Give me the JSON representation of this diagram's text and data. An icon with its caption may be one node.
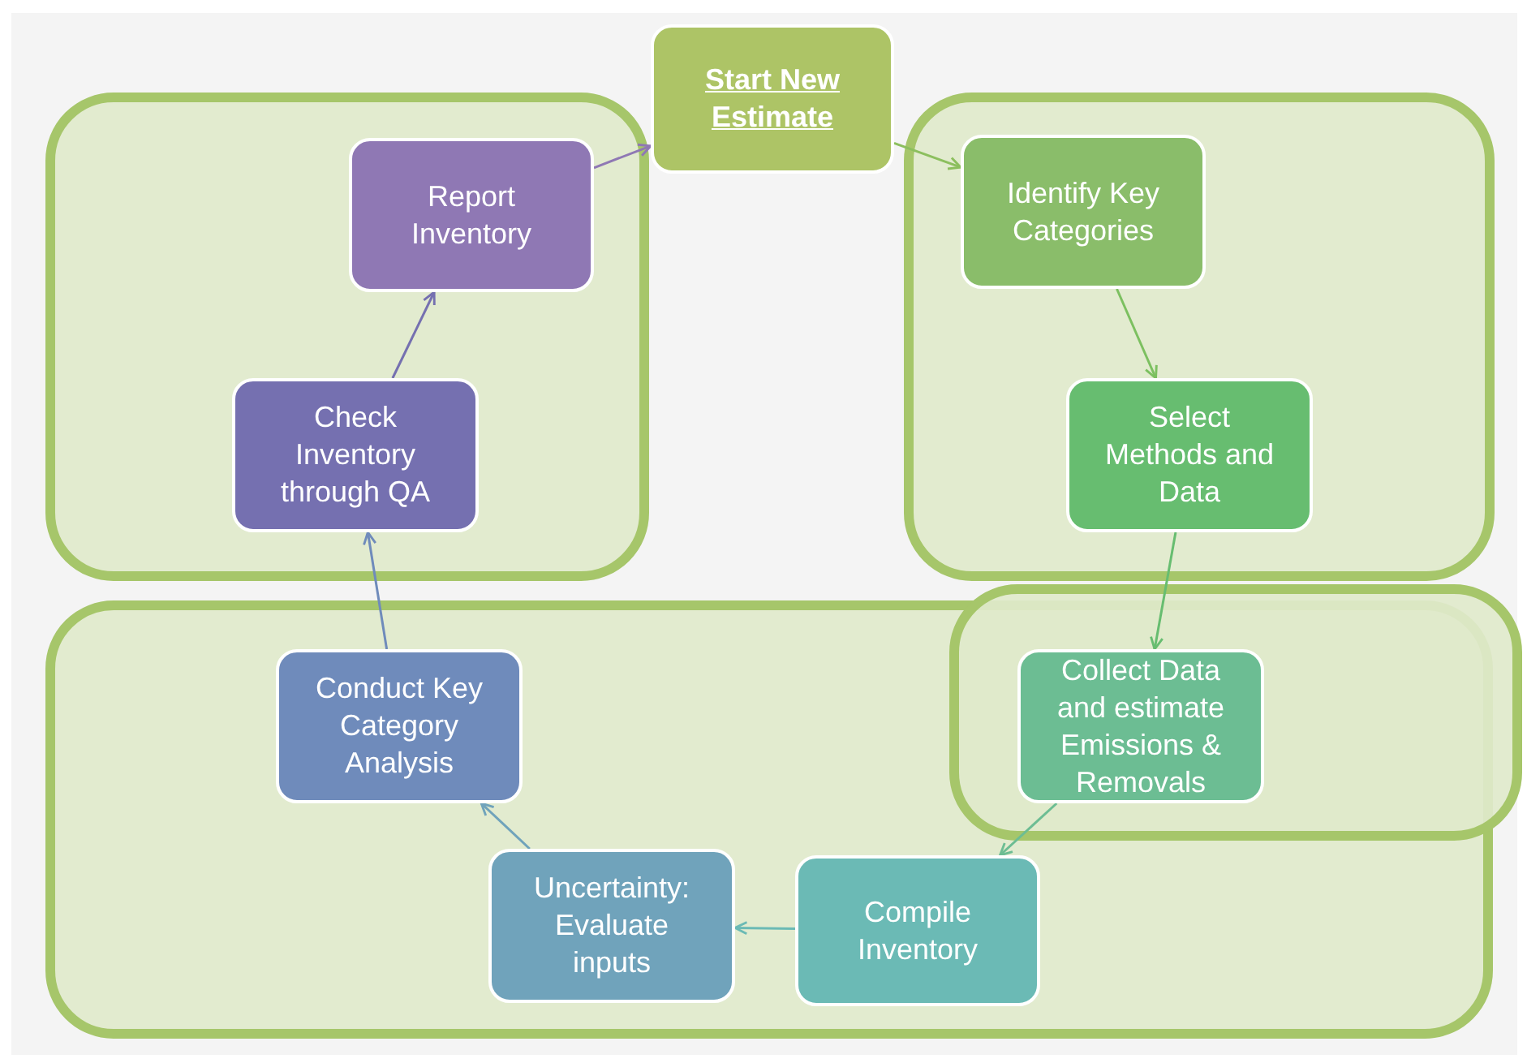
{
  "diagram": {
    "nodes": [
      {
        "text": [],
        "shape": "box"
      },
      {
        "text": [
          "Start New Estimate"
        ]
      },
      {
        "text": [],
        "shape": "box"
      },
      {
        "text": [
          "Report Inventory"
        ],
        "in": 0
      },
      {
        "text": [
          "Identify Key Categories"
        ],
        "in": 2
      },
      {
        "text": [
          "Check Inventory through QA"
        ],
        "in": 0
      },
      {
        "text": [
          "Select Methods and Data"
        ],
        "in": 2
      },
      {
        "text": [],
        "shape": "box"
      },
      {
        "text": [],
        "shape": "box"
      },
      {
        "text": [
          "Conduct Key Category Analysis"
        ],
        "in": 7
      },
      {
        "text": [
          "Collect Data and estimate Emissions & Removals"
        ],
        "in": 8
      },
      {
        "text": [
          "Uncertainty: Evaluate inputs"
        ],
        "in": 7
      },
      {
        "text": [
          "Compile Inventory"
        ],
        "in": 7
      }
    ],
    "edges": [
      {
        "from": 1,
        "to": 4,
        "arrow": "to",
        "color": "#8cbf5e"
      },
      {
        "from": 4,
        "to": 6,
        "arrow": "to",
        "color": "#7cc060"
      },
      {
        "from": 6,
        "to": 10,
        "arrow": "to",
        "color": "#67bd70"
      },
      {
        "from": 10,
        "to": 12,
        "arrow": "to",
        "color": "#6cbd93"
      },
      {
        "from": 12,
        "to": 11,
        "arrow": "to",
        "color": "#6bbab5"
      },
      {
        "from": 11,
        "to": 9,
        "arrow": "to",
        "color": "#70a3bb"
      },
      {
        "from": 9,
        "to": 5,
        "arrow": "to",
        "color": "#6f8bbb"
      },
      {
        "from": 5,
        "to": 3,
        "arrow": "to",
        "color": "#7570b0"
      },
      {
        "from": 3,
        "to": 1,
        "arrow": "to",
        "color": "#8f78b4"
      }
    ]
  }
}
